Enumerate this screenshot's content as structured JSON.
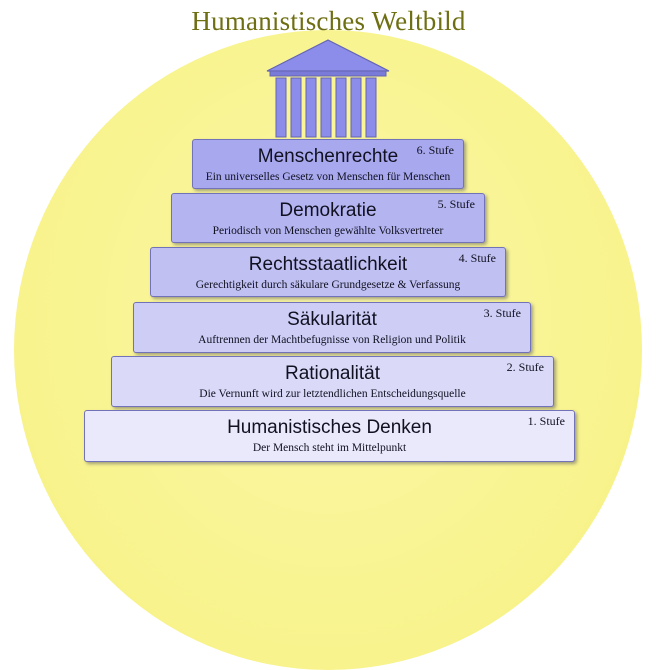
{
  "title": "Humanistisches Weltbild",
  "colors": {
    "background_sun": "#f8f38c",
    "temple": "#8c8cea",
    "temple_stroke": "#6464b4",
    "title_text": "#6e6e12"
  },
  "icons": {
    "temple": "temple-icon"
  },
  "steps": [
    {
      "level": "6. Stufe",
      "name": "Menschenrechte",
      "description": "Ein universelles Gesetz von Menschen für Menschen"
    },
    {
      "level": "5. Stufe",
      "name": "Demokratie",
      "description": "Periodisch von Menschen gewählte Volksvertreter"
    },
    {
      "level": "4. Stufe",
      "name": "Rechtsstaatlichkeit",
      "description": "Gerechtigkeit durch säkulare Grundgesetze & Verfassung"
    },
    {
      "level": "3. Stufe",
      "name": "Säkularität",
      "description": "Auftrennen der Machtbefugnisse von Religion und Politik"
    },
    {
      "level": "2. Stufe",
      "name": "Rationalität",
      "description": "Die Vernunft wird zur letztendlichen Entscheidungsquelle"
    },
    {
      "level": "1. Stufe",
      "name": "Humanistisches Denken",
      "description": "Der Mensch steht im Mittelpunkt"
    }
  ]
}
